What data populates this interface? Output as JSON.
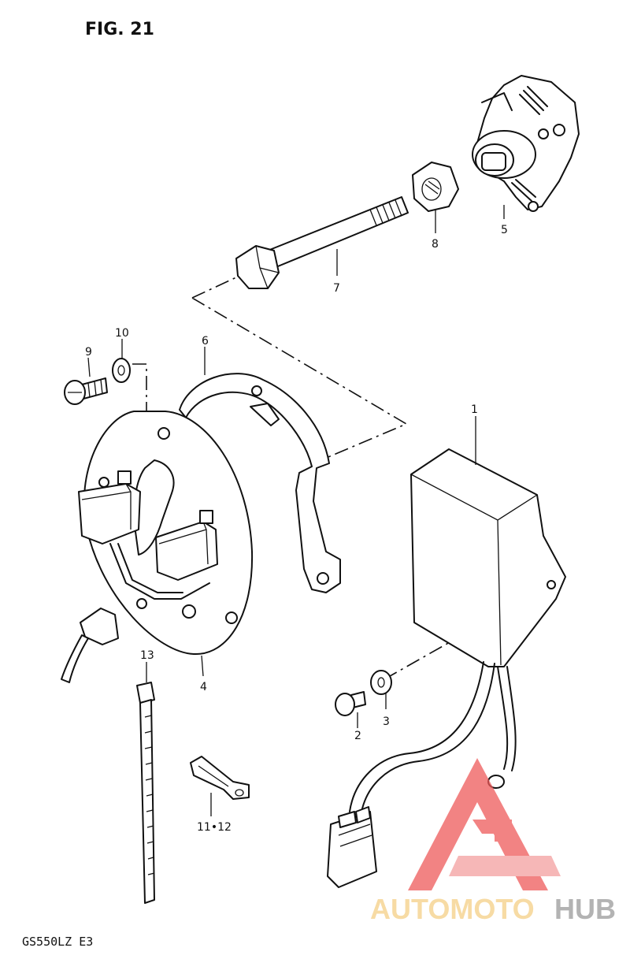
{
  "figure": {
    "title": "FIG. 21",
    "model": "GS550LZ E3"
  },
  "parts": [
    {
      "id": "p1",
      "label": "1"
    },
    {
      "id": "p2",
      "label": "2"
    },
    {
      "id": "p3",
      "label": "3"
    },
    {
      "id": "p4",
      "label": "4"
    },
    {
      "id": "p5",
      "label": "5"
    },
    {
      "id": "p6",
      "label": "6"
    },
    {
      "id": "p7",
      "label": "7"
    },
    {
      "id": "p8",
      "label": "8"
    },
    {
      "id": "p9",
      "label": "9"
    },
    {
      "id": "p10",
      "label": "10"
    },
    {
      "id": "p11_12",
      "label": "11•12"
    },
    {
      "id": "p13",
      "label": "13"
    }
  ],
  "watermark": {
    "part_a": "AUTOMOTO",
    "part_b": "HUB",
    "color_a": "#f5cf86",
    "color_b": "#9a9a9a",
    "logo_color": "#ee5a5a"
  }
}
